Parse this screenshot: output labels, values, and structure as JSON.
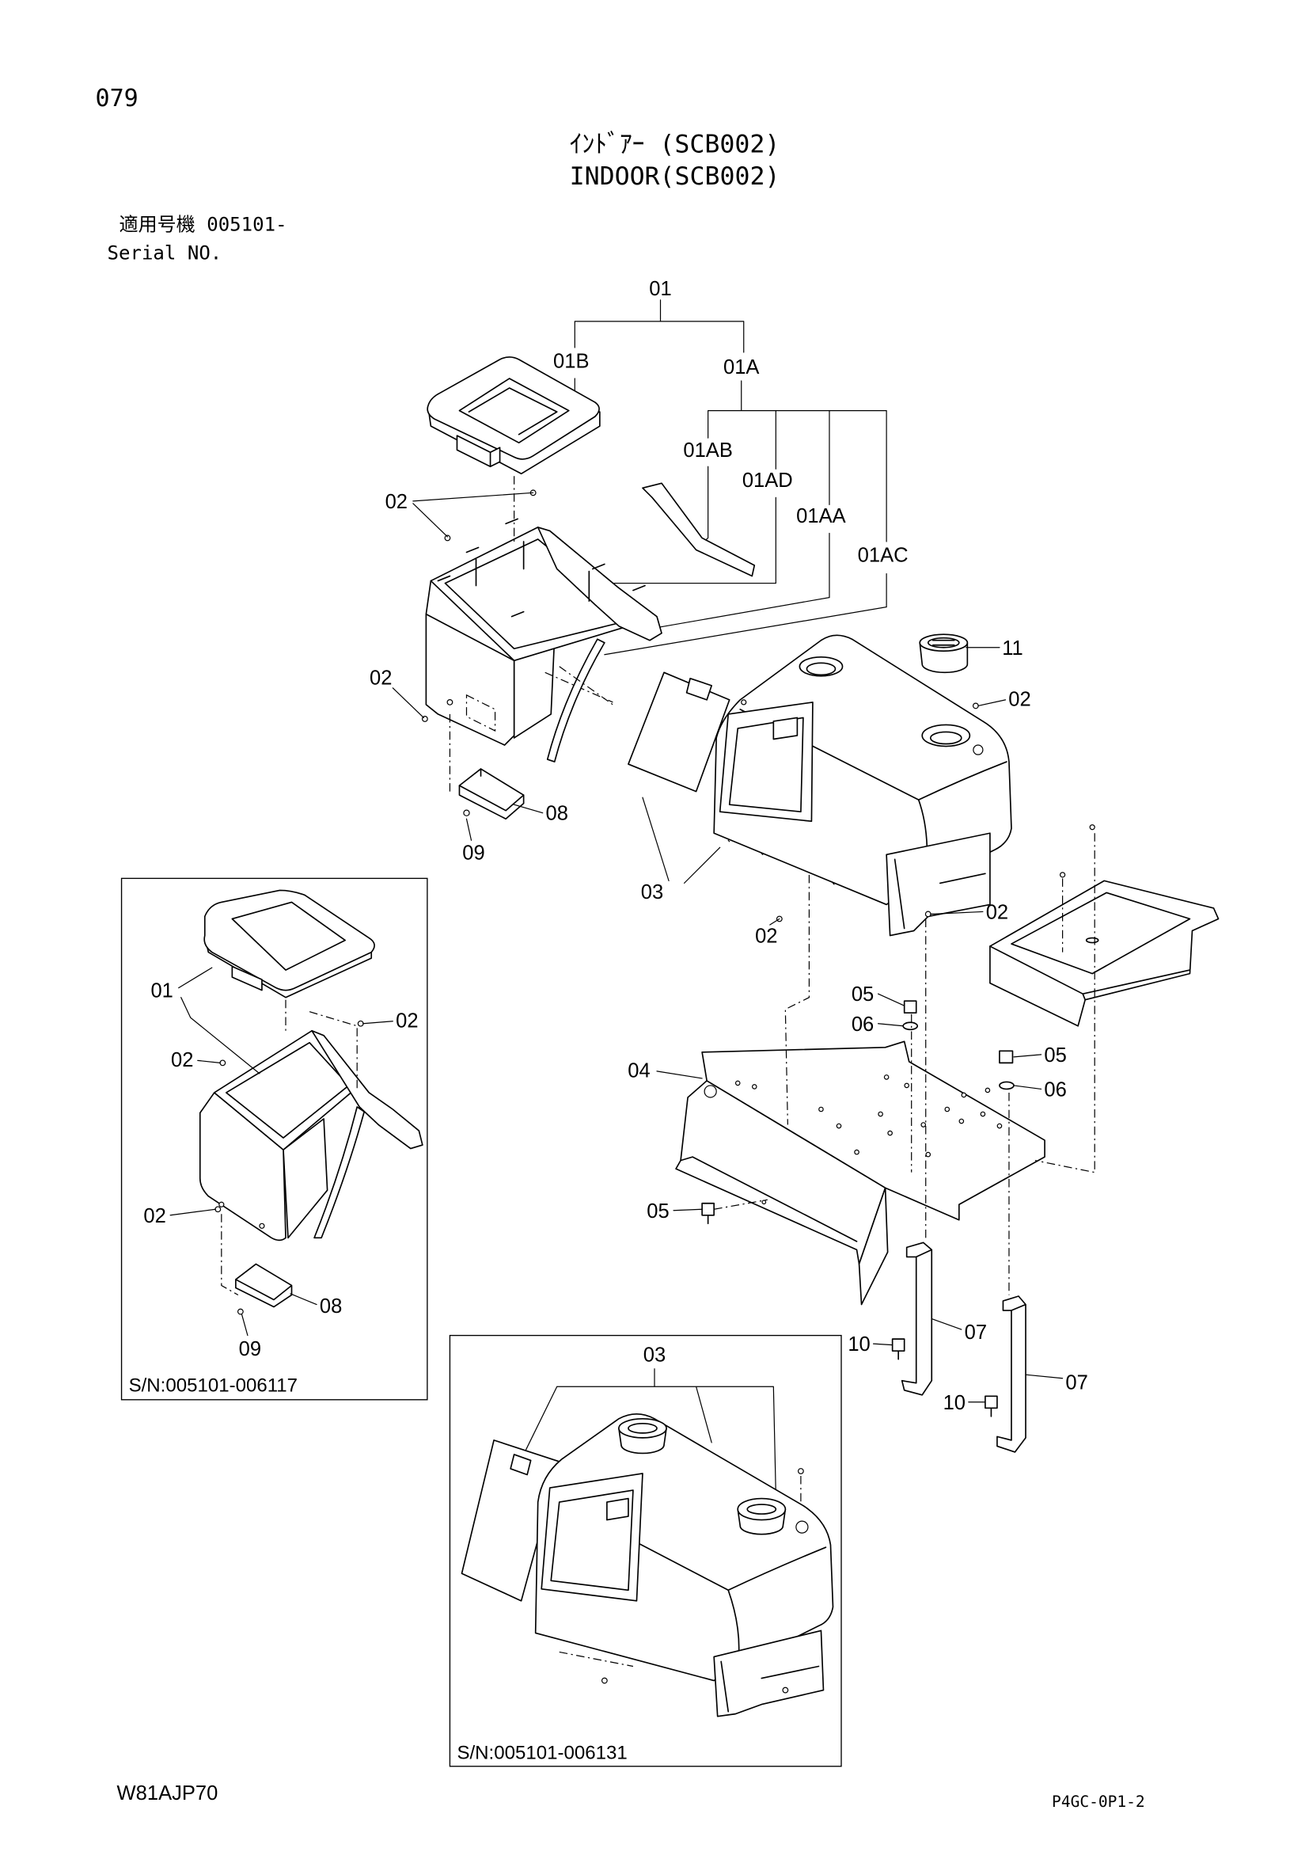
{
  "header": {
    "page_number": "079",
    "title_jp": "ｲﾝﾄﾞｱｰ (SCB002)",
    "title_en": "INDOOR(SCB002)",
    "applicable_jp": "適用号機 005101-",
    "applicable_en": "Serial NO."
  },
  "main": {
    "labels": [
      "01",
      "01B",
      "01A",
      "01AB",
      "01AD",
      "01AA",
      "01AC",
      "02",
      "02",
      "11",
      "02",
      "08",
      "09",
      "03",
      "02",
      "02",
      "05",
      "06",
      "05",
      "06",
      "04",
      "05",
      "07",
      "10",
      "07",
      "10"
    ]
  },
  "inset_1": {
    "labels": [
      "01",
      "02",
      "02",
      "02",
      "08",
      "09"
    ],
    "caption": "S/N:005101-006117"
  },
  "inset_2": {
    "labels": [
      "03"
    ],
    "caption": "S/N:005101-006131"
  },
  "footer": {
    "doc_code": "W81AJP70",
    "sheet_code": "P4GC-0P1-2"
  }
}
